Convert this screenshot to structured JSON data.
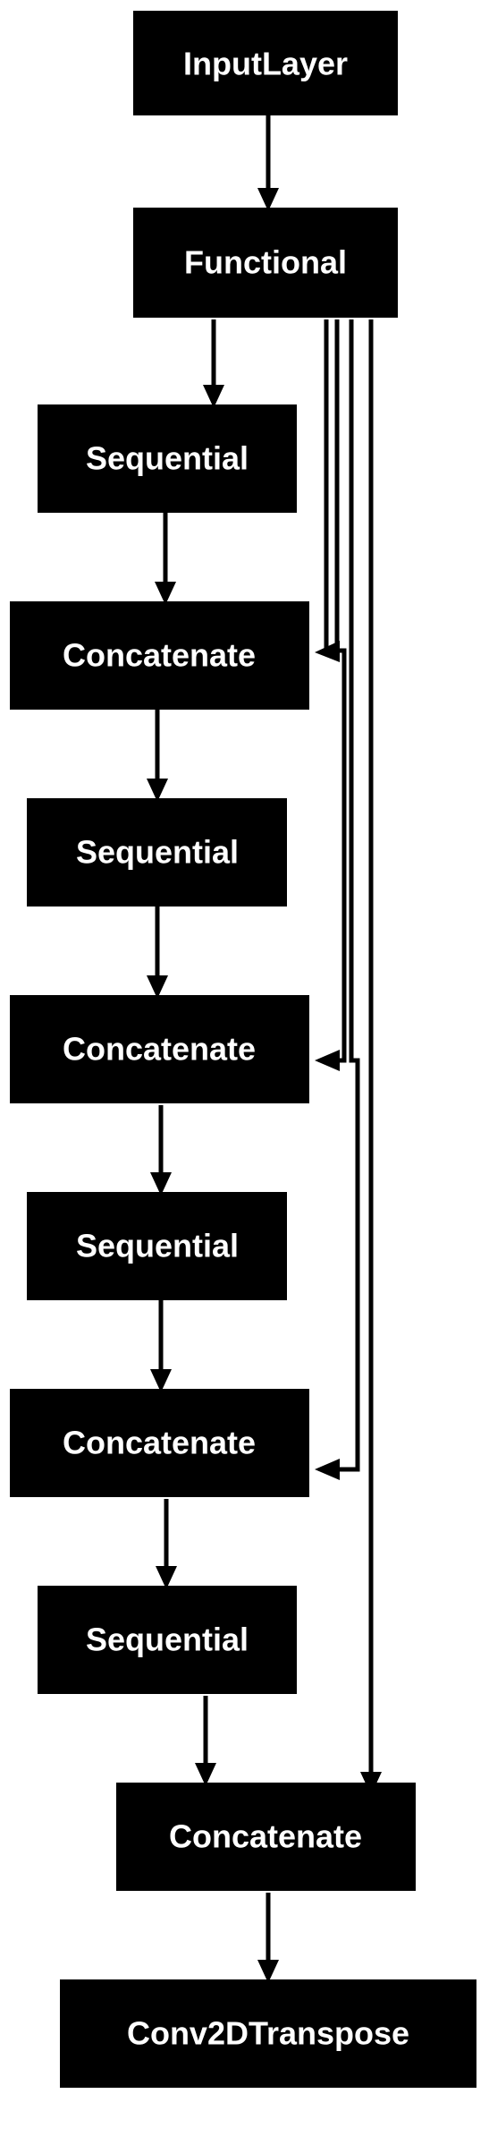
{
  "diagram": {
    "nodes": [
      {
        "id": "n1",
        "label": "InputLayer"
      },
      {
        "id": "n2",
        "label": "Functional"
      },
      {
        "id": "n3",
        "label": "Sequential"
      },
      {
        "id": "n4",
        "label": "Concatenate"
      },
      {
        "id": "n5",
        "label": "Sequential"
      },
      {
        "id": "n6",
        "label": "Concatenate"
      },
      {
        "id": "n7",
        "label": "Sequential"
      },
      {
        "id": "n8",
        "label": "Concatenate"
      },
      {
        "id": "n9",
        "label": "Sequential"
      },
      {
        "id": "n10",
        "label": "Concatenate"
      },
      {
        "id": "n11",
        "label": "Conv2DTranspose"
      }
    ],
    "edges": [
      {
        "from": "n1",
        "to": "n2"
      },
      {
        "from": "n2",
        "to": "n3"
      },
      {
        "from": "n2",
        "to": "n4"
      },
      {
        "from": "n2",
        "to": "n6"
      },
      {
        "from": "n2",
        "to": "n8"
      },
      {
        "from": "n2",
        "to": "n10"
      },
      {
        "from": "n3",
        "to": "n4"
      },
      {
        "from": "n4",
        "to": "n5"
      },
      {
        "from": "n5",
        "to": "n6"
      },
      {
        "from": "n6",
        "to": "n7"
      },
      {
        "from": "n7",
        "to": "n8"
      },
      {
        "from": "n8",
        "to": "n9"
      },
      {
        "from": "n9",
        "to": "n10"
      },
      {
        "from": "n10",
        "to": "n11"
      }
    ]
  }
}
